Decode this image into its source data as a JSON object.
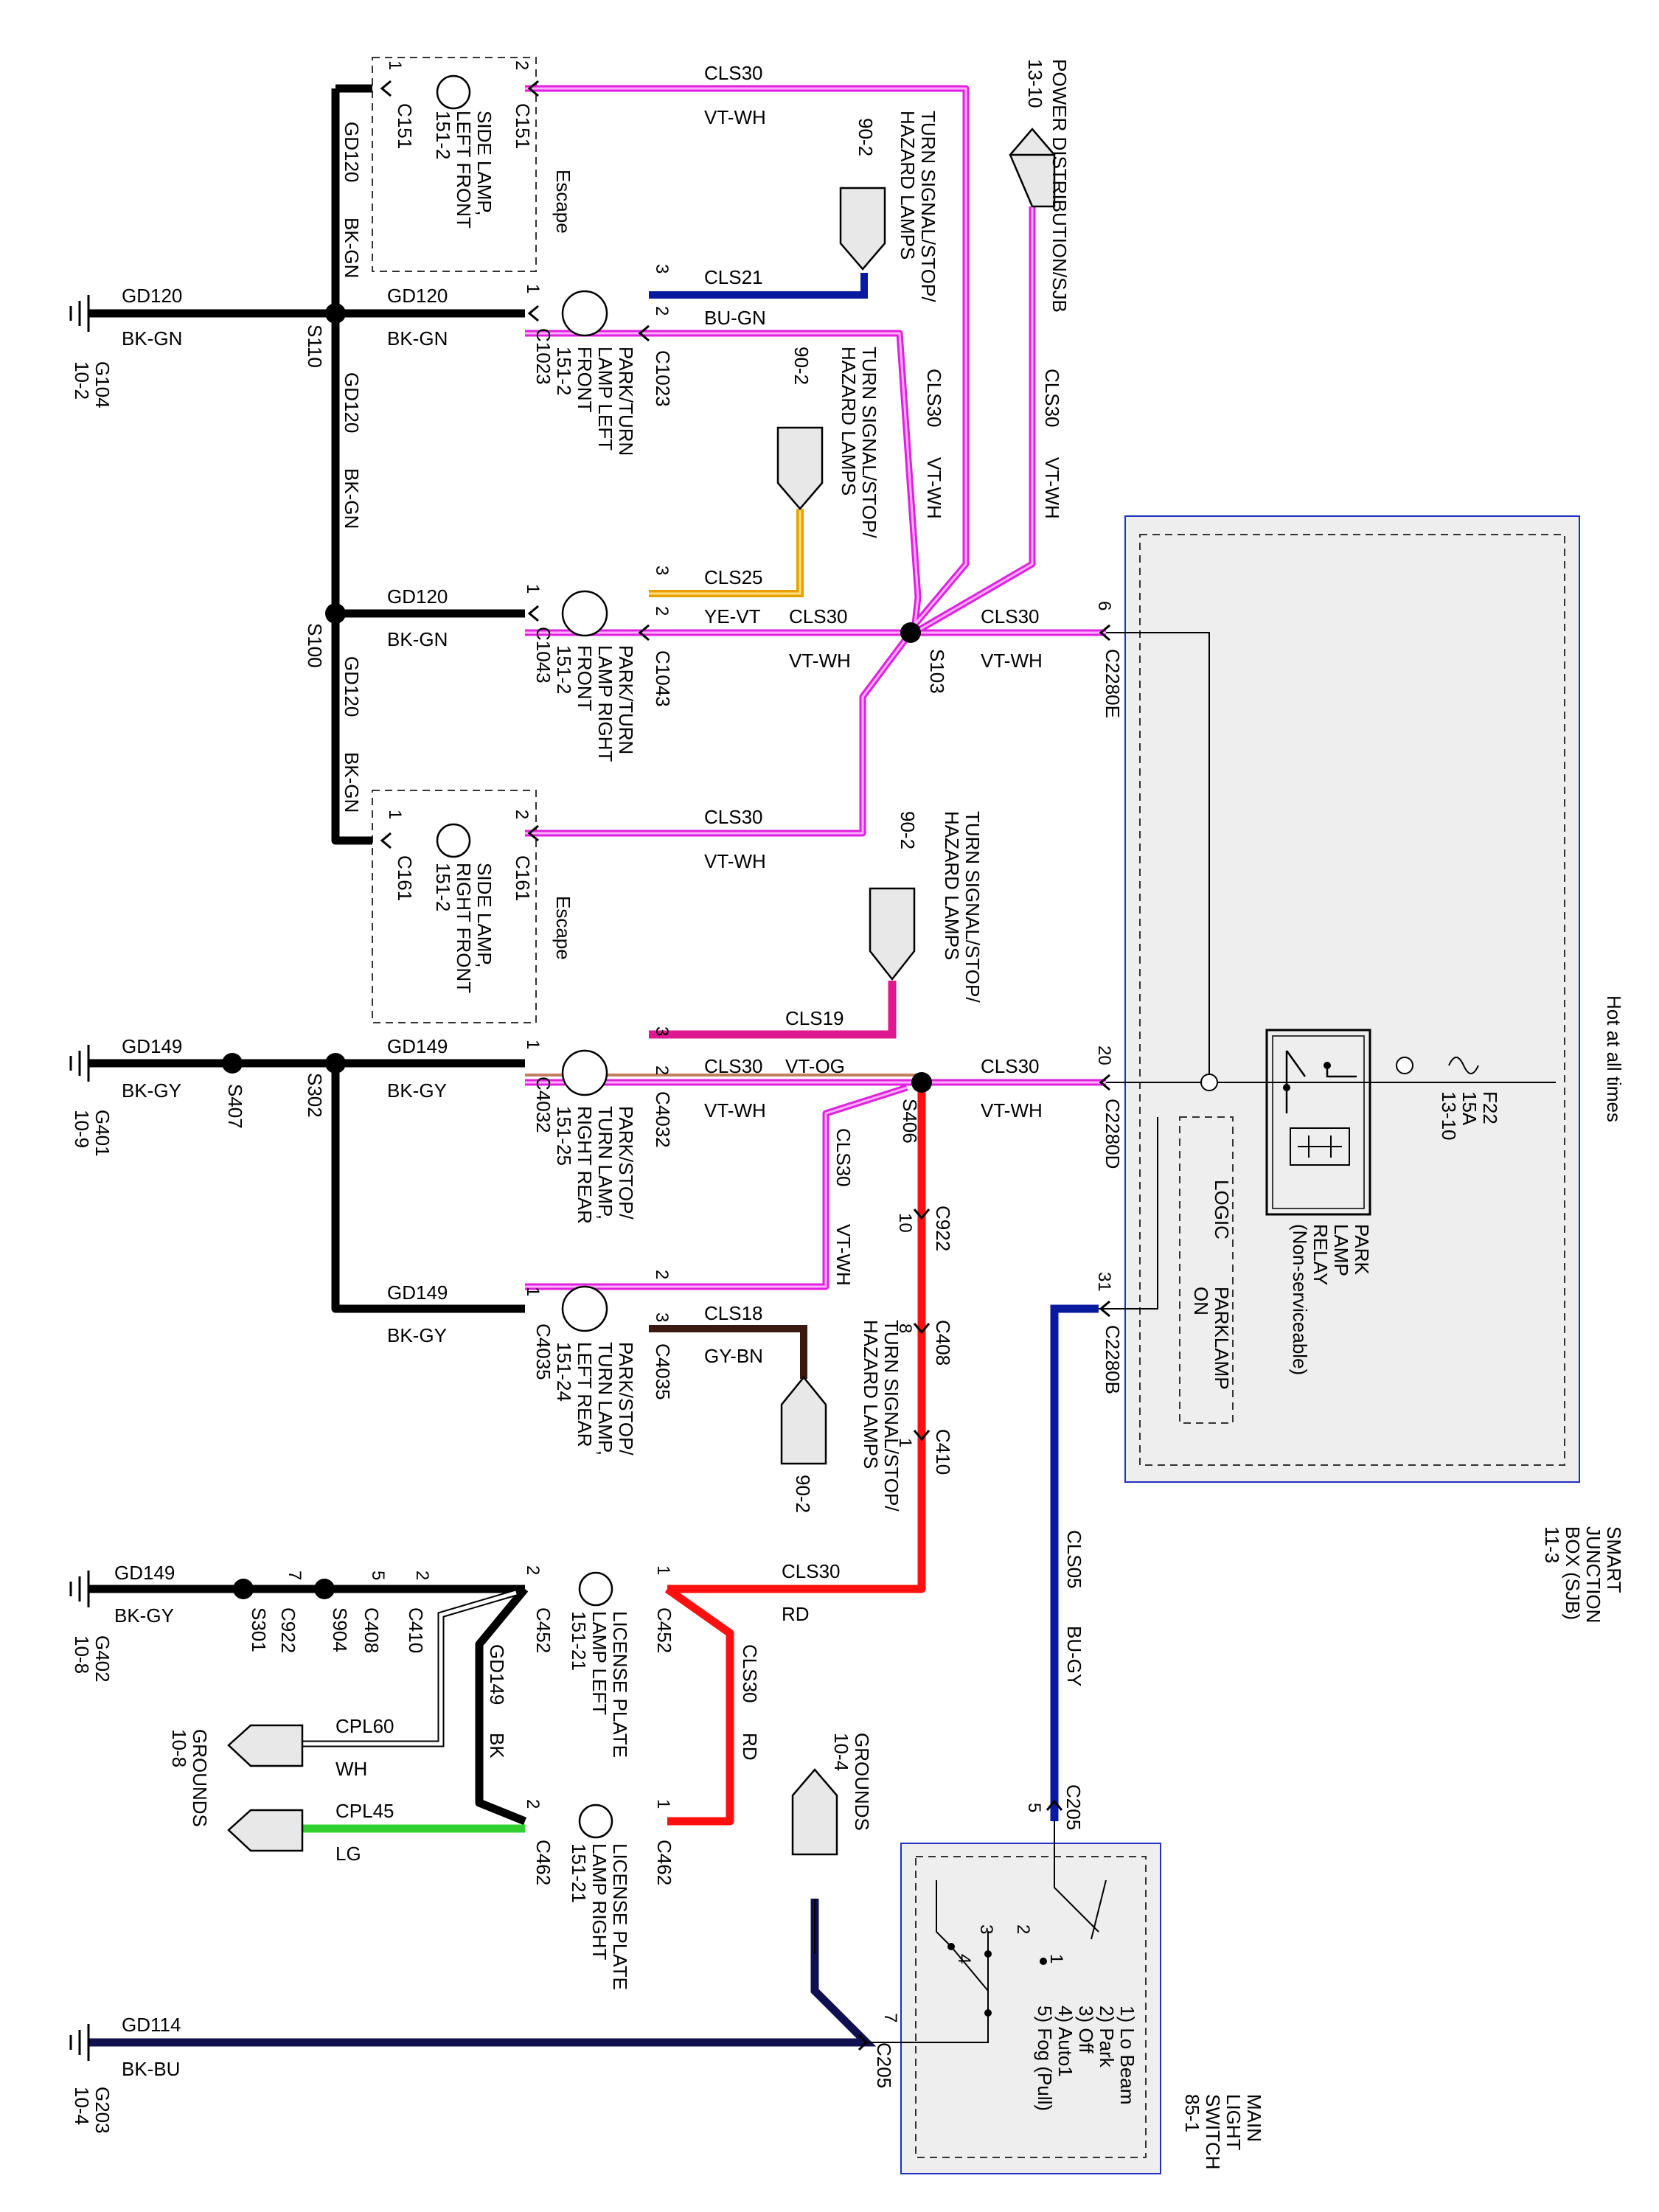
{
  "boxes": {
    "sjb": {
      "title": [
        "SMART",
        "JUNCTION",
        "BOX (SJB)",
        "11-3"
      ],
      "hot": "Hot at all times"
    },
    "switch": {
      "title": [
        "MAIN",
        "LIGHT",
        "SWITCH",
        "85-1"
      ],
      "positions": [
        "1) Lo Beam",
        "2) Park",
        "3) Off",
        "4) Auto1",
        "5) Fog (Pull)"
      ]
    },
    "relay": [
      "PARK",
      "LAMP",
      "RELAY",
      "(Non-serviceable)"
    ],
    "logic": "LOGIC",
    "parklamp": [
      "PARKLAMP",
      "ON"
    ],
    "fuse": [
      "F22",
      "15A",
      "13-10"
    ],
    "escape": "Escape"
  },
  "power": [
    "POWER DISTRIBUTION/SJB",
    "13-10"
  ],
  "turn_ref": [
    "TURN SIGNAL/STOP/",
    "HAZARD LAMPS",
    "90-2"
  ],
  "grounds_ref": [
    "GROUNDS",
    "10-4",
    "10-8"
  ],
  "grounds": {
    "g104": [
      "G104",
      "10-2"
    ],
    "g401": [
      "G401",
      "10-9"
    ],
    "g402": [
      "G402",
      "10-8"
    ],
    "g203": [
      "G203",
      "10-4"
    ]
  },
  "splices": [
    "S110",
    "S100",
    "S103",
    "S302",
    "S407",
    "S406",
    "S301",
    "S904"
  ],
  "connectors": [
    "C151",
    "C1023",
    "C1043",
    "C161",
    "C4032",
    "C4035",
    "C452",
    "C462",
    "C2280E",
    "C2280D",
    "C2280B",
    "C922",
    "C408",
    "C410",
    "C205"
  ],
  "circuits": {
    "gd120": "GD120",
    "bkgn": "BK-GN",
    "gd149": "GD149",
    "bkgy": "BK-GY",
    "gd114": "GD114",
    "bkbu": "BK-BU",
    "cls30": "CLS30",
    "vtwh": "VT-WH",
    "cls21": "CLS21",
    "bugn": "BU-GN",
    "cls25": "CLS25",
    "yevt": "YE-VT",
    "cls19": "CLS19",
    "vtog": "VT-OG",
    "cls18": "CLS18",
    "gybn": "GY-BN",
    "rd": "RD",
    "cls05": "CLS05",
    "bugy": "BU-GY",
    "cpl60": "CPL60",
    "wh": "WH",
    "cpl45": "CPL45",
    "lg": "LG",
    "bk": "BK"
  },
  "lamps": {
    "side_left": [
      "SIDE LAMP,",
      "LEFT FRONT",
      "151-2"
    ],
    "park_left": [
      "PARK/TURN",
      "LAMP LEFT",
      "FRONT",
      "151-2"
    ],
    "park_right": [
      "PARK/TURN",
      "LAMP RIGHT",
      "FRONT",
      "151-2"
    ],
    "side_right": [
      "SIDE LAMP,",
      "RIGHT FRONT",
      "151-2"
    ],
    "rear_right": [
      "PARK/STOP/",
      "TURN LAMP,",
      "RIGHT REAR",
      "151-25"
    ],
    "rear_left": [
      "PARK/STOP/",
      "TURN LAMP,",
      "LEFT REAR",
      "151-24"
    ],
    "lic_left": [
      "LICENSE PLATE",
      "LAMP LEFT",
      "151-21"
    ],
    "lic_right": [
      "LICENSE PLATE",
      "LAMP RIGHT",
      "151-21"
    ]
  },
  "pins": [
    "1",
    "2",
    "3",
    "4",
    "5",
    "6",
    "7",
    "8",
    "10",
    "20",
    "31"
  ],
  "colors": {
    "violet": "#e020e0",
    "violet_light": "#ffb0ff",
    "blue": "#0a1aa0",
    "yellow": "#e8a000",
    "red": "#ff1010",
    "brown": "#3a1a10",
    "green": "#30d030",
    "gray_fill": "#eeeeee",
    "navy": "#101050"
  }
}
